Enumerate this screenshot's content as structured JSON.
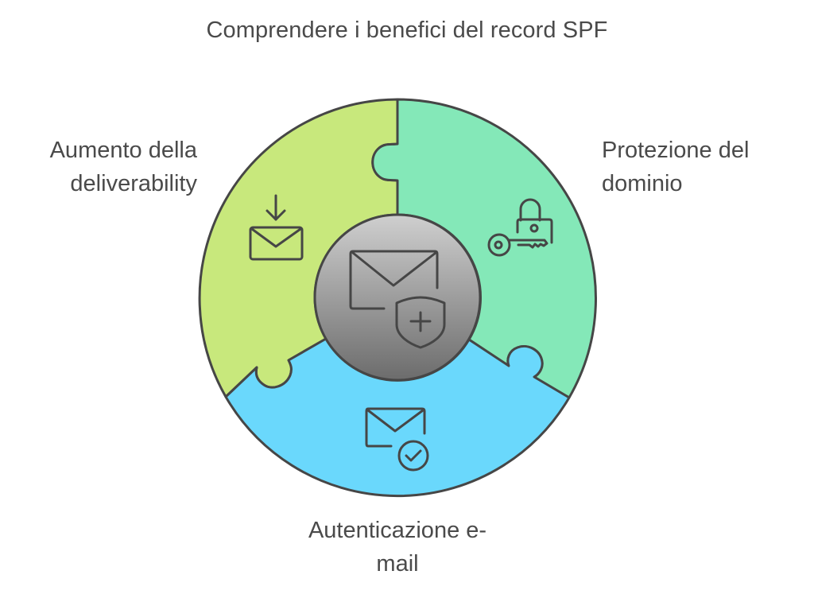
{
  "title": "Comprendere i benefici del record SPF",
  "segments": [
    {
      "id": "deliverability",
      "label_lines": [
        "Aumento della",
        "deliverability"
      ],
      "icon": "mail-download-icon",
      "color": "#c8e87c",
      "position": "left"
    },
    {
      "id": "domain-protection",
      "label_lines": [
        "Protezione del",
        "dominio"
      ],
      "icon": "lock-key-icon",
      "color": "#84e8b8",
      "position": "right"
    },
    {
      "id": "email-authentication",
      "label_lines": [
        "Autenticazione e-",
        "mail"
      ],
      "icon": "mail-check-icon",
      "color": "#6ad8fc",
      "position": "bottom"
    }
  ],
  "center": {
    "icon": "mail-shield-plus-icon",
    "gradient_top": "#cccccc",
    "gradient_bottom": "#6e6e6e"
  },
  "colors": {
    "stroke": "#464646",
    "text": "#4a4a4a",
    "background": "#ffffff"
  }
}
